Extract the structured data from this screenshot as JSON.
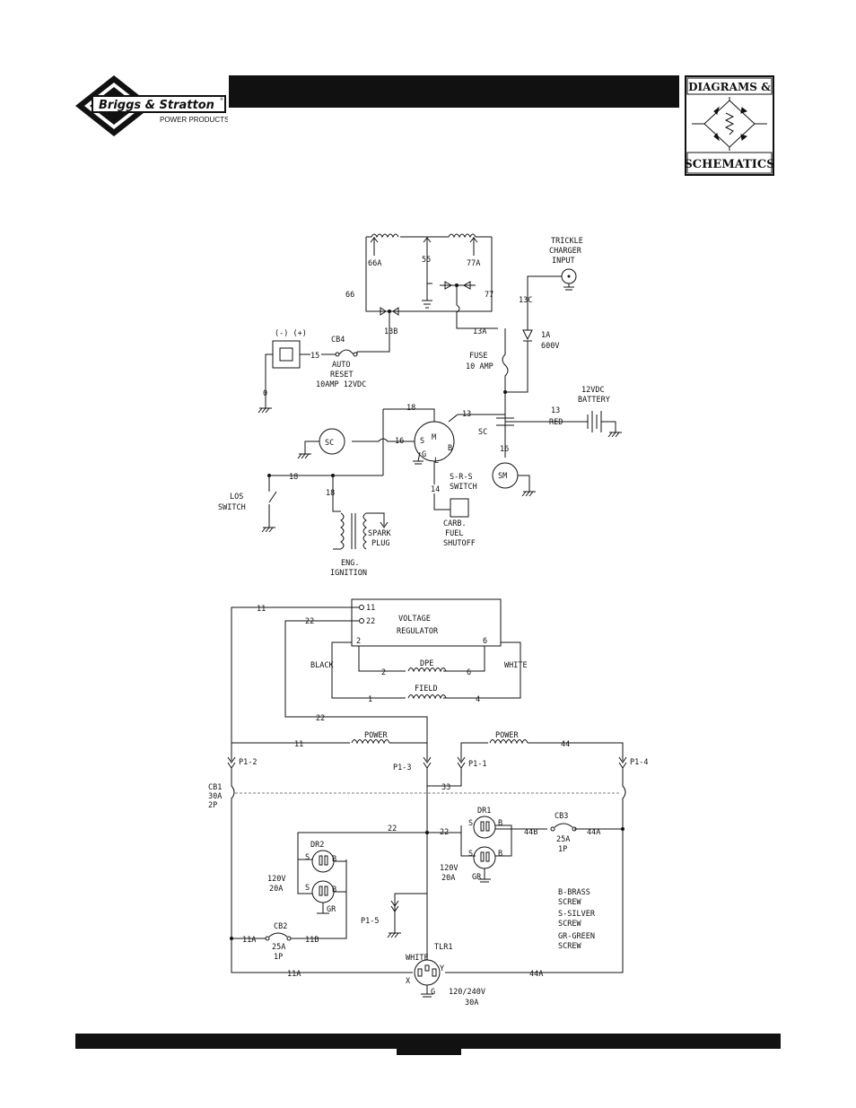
{
  "brand": {
    "name": "Briggs & Stratton",
    "trademark": "®",
    "subname": "POWER PRODUCTS"
  },
  "badge": {
    "top_text": "DIAGRAMS &",
    "bottom_text": "SCHEMATICS"
  },
  "labels": {
    "trickle": [
      "TRICKLE",
      "CHARGER",
      "INPUT"
    ],
    "n66A": "66A",
    "n55": "55",
    "n77A": "77A",
    "n66": "66",
    "n77": "77",
    "n13C": "13C",
    "diode1a": [
      "1A",
      "600V"
    ],
    "n13B": "13B",
    "n13A": "13A",
    "polarity": "(-) (+)",
    "cb4": "CB4",
    "n15": "15",
    "autoreset": [
      "AUTO",
      "RESET",
      "10AMP 12VDC"
    ],
    "n0": "0",
    "fuse": [
      "FUSE",
      "10 AMP"
    ],
    "battery": [
      "12VDC",
      "BATTERY"
    ],
    "n13": "13",
    "n13b": "13",
    "red": "RED",
    "n18a": "18",
    "n18b": "18",
    "n18c": "18",
    "sc": "SC",
    "sc_label": "SC",
    "n16a": "16",
    "n16b": "16",
    "srs_m": "M",
    "srs_s": "S",
    "srs_b": "B",
    "srs_g": "G",
    "srs_l": "L",
    "srs": [
      "S-R-S",
      "SWITCH"
    ],
    "n14": "14",
    "sm": "SM",
    "los": [
      "LOS",
      "SWITCH"
    ],
    "carb": [
      "CARB.",
      "FUEL",
      "SHUTOFF"
    ],
    "spark": [
      "SPARK",
      "PLUG"
    ],
    "ign": [
      "ENG.",
      "IGNITION"
    ],
    "n11": "11",
    "vr11": "11",
    "vr22": "22",
    "n22": "22",
    "vr": [
      "VOLTAGE",
      "REGULATOR"
    ],
    "vr2": "2",
    "vr6": "6",
    "black": "BLACK",
    "white": "WHITE",
    "dpe": "DPE",
    "dpe2": "2",
    "dpe6": "6",
    "field": "FIELD",
    "field1": "1",
    "field4": "4",
    "n22b": "22",
    "n11b": "11",
    "power1": "POWER",
    "power2": "POWER",
    "n44": "44",
    "p12": "P1-2",
    "p13": "P1-3",
    "p11": "P1-1",
    "p14": "P1-4",
    "n33": "33",
    "cb1": [
      "CB1",
      "30A",
      "2P"
    ],
    "n22c": "22",
    "n22d": "22",
    "dr1": "DR1",
    "dr2": "DR2",
    "dr1_s": "S",
    "dr1_b": "B",
    "dr2_s": "S",
    "dr2_b": "B",
    "dr2_s2": "S",
    "dr2_b2": "B",
    "dr1_s2": "S",
    "dr1_b2": "B",
    "n44B": "44B",
    "cb3": "CB3",
    "n44A": "44A",
    "cb3_rating": [
      "25A",
      "1P"
    ],
    "dr1_rating": [
      "120V",
      "20A"
    ],
    "dr2_rating": [
      "120V",
      "20A"
    ],
    "gr1": "GR",
    "gr2": "GR",
    "legend": [
      "B-BRASS",
      "SCREW",
      "S-SILVER",
      "SCREW",
      "GR-GREEN",
      "SCREW"
    ],
    "p15": "P1-5",
    "tlr1": "TLR1",
    "tlr_white": "WHITE",
    "n11A": "11A",
    "cb2": "CB2",
    "cb2_rating": [
      "25A",
      "1P"
    ],
    "n11B": "11B",
    "n11A2": "11A",
    "n44A2": "44A",
    "tlr_x": "X",
    "tlr_y": "Y",
    "tlr_g": "G",
    "tlr_rating": [
      "120/240V",
      "30A"
    ]
  }
}
